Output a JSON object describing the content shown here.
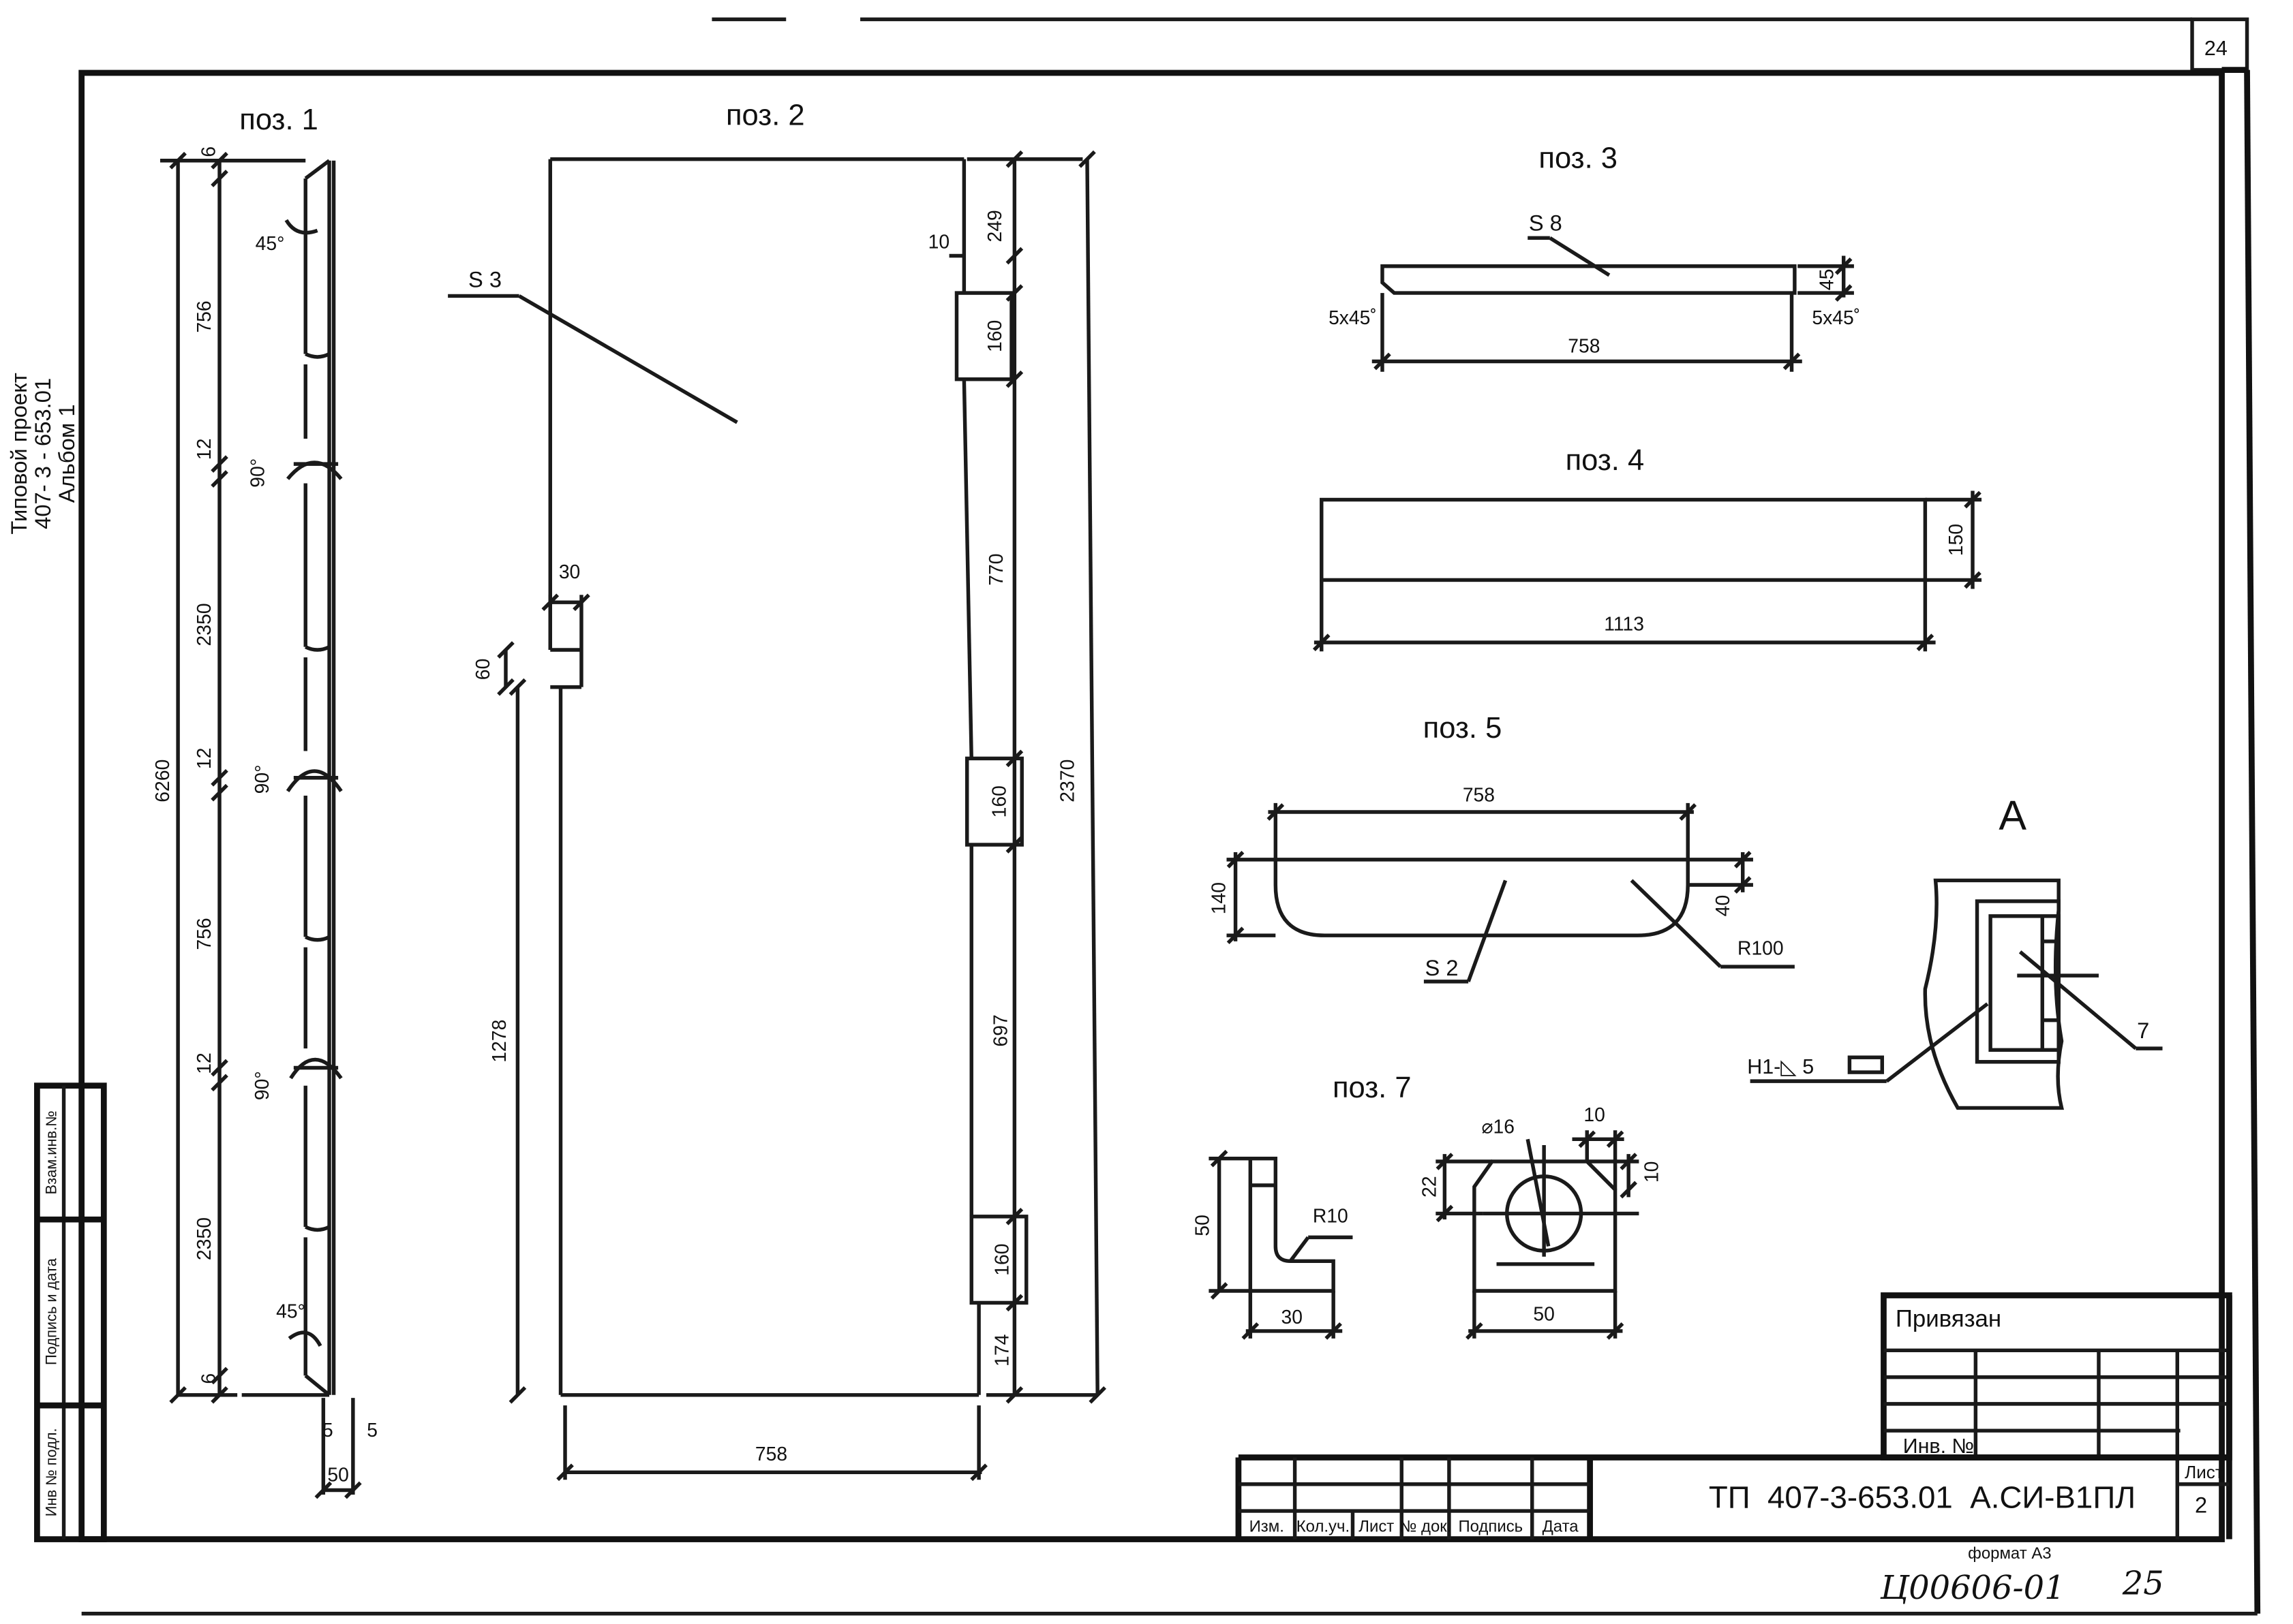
{
  "sheet_number": "24",
  "side_label": {
    "line1": "Типовой проект",
    "line2": "407- 3 - 653.01",
    "line3": "Альбом 1"
  },
  "side_stamp": {
    "vzam": "Взам.инв.№",
    "podpis": "Подпись и дата",
    "inv": "Инв № подл."
  },
  "parts": {
    "poz1": {
      "title": "поз. 1",
      "dims": [
        "6",
        "756",
        "12",
        "2350",
        "12",
        "756",
        "12",
        "2350",
        "6",
        "6260",
        "5",
        "5",
        "50"
      ],
      "angles": [
        "45°",
        "90°",
        "90°",
        "90°",
        "45°"
      ]
    },
    "poz2": {
      "title": "поз. 2",
      "thickness": "S 3",
      "dims": [
        "10",
        "249",
        "160",
        "770",
        "160",
        "697",
        "160",
        "174",
        "2370",
        "30",
        "60",
        "1278",
        "758"
      ]
    },
    "poz3": {
      "title": "поз. 3",
      "thickness": "S 8",
      "dims": [
        "5x45˚",
        "758",
        "45",
        "5x45˚"
      ]
    },
    "poz4": {
      "title": "поз. 4",
      "dims": [
        "150",
        "1113"
      ]
    },
    "poz5": {
      "title": "поз. 5",
      "thickness": "S 2",
      "dims": [
        "758",
        "140",
        "40",
        "R100"
      ]
    },
    "poz7": {
      "title": "поз. 7",
      "dims": [
        "50",
        "R10",
        "30",
        "⌀16",
        "10",
        "10",
        "22",
        "50"
      ]
    },
    "viewA": {
      "title": "А",
      "weld": "Н1-◺ 5",
      "callout": "7"
    }
  },
  "title_block": {
    "privyazan": "Привязан",
    "inv_no": "Инв. №",
    "designation": "ТП  407-3-653.01  А.СИ-В1ПЛ",
    "list_label": "Лист",
    "list_value": "2",
    "headers": [
      "Изм.",
      "Кол.уч.",
      "Лист",
      "№ док.",
      "Подпись",
      "Дата"
    ],
    "format": "формат А3"
  },
  "handwritten": {
    "code": "Ц00606-01",
    "page": "25"
  }
}
